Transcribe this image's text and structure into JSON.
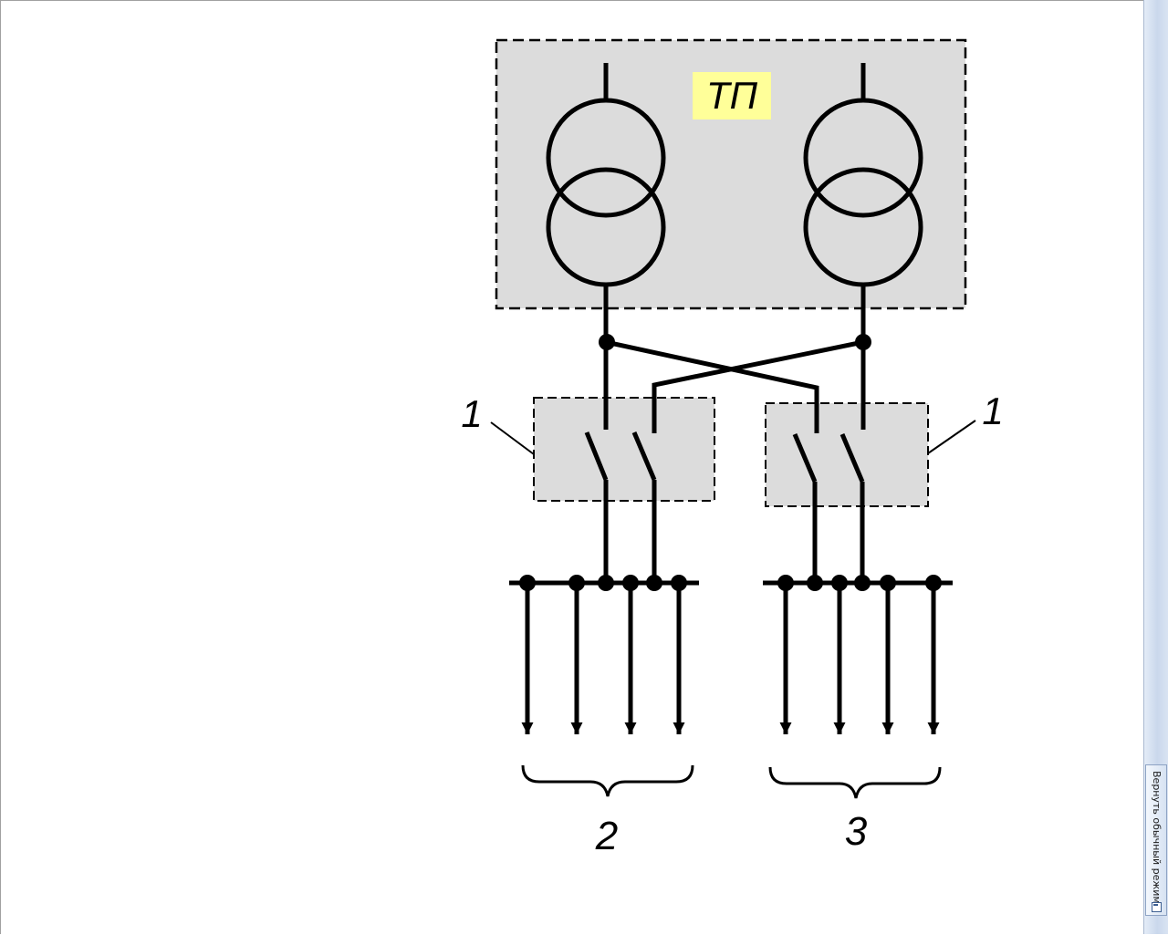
{
  "diagram": {
    "substation_label": "ТП",
    "switchgear_label_left": "1",
    "switchgear_label_right": "1",
    "consumer_group_left": "2",
    "consumer_group_right": "3"
  },
  "sidebar": {
    "restore_label": "Вернуть обычный режим",
    "restore_icon": "restore-window-icon"
  },
  "colors": {
    "box_fill": "#dcdcdc",
    "label_highlight": "#ffff99",
    "line": "#000000",
    "scrollbar": "#cad8ec"
  }
}
